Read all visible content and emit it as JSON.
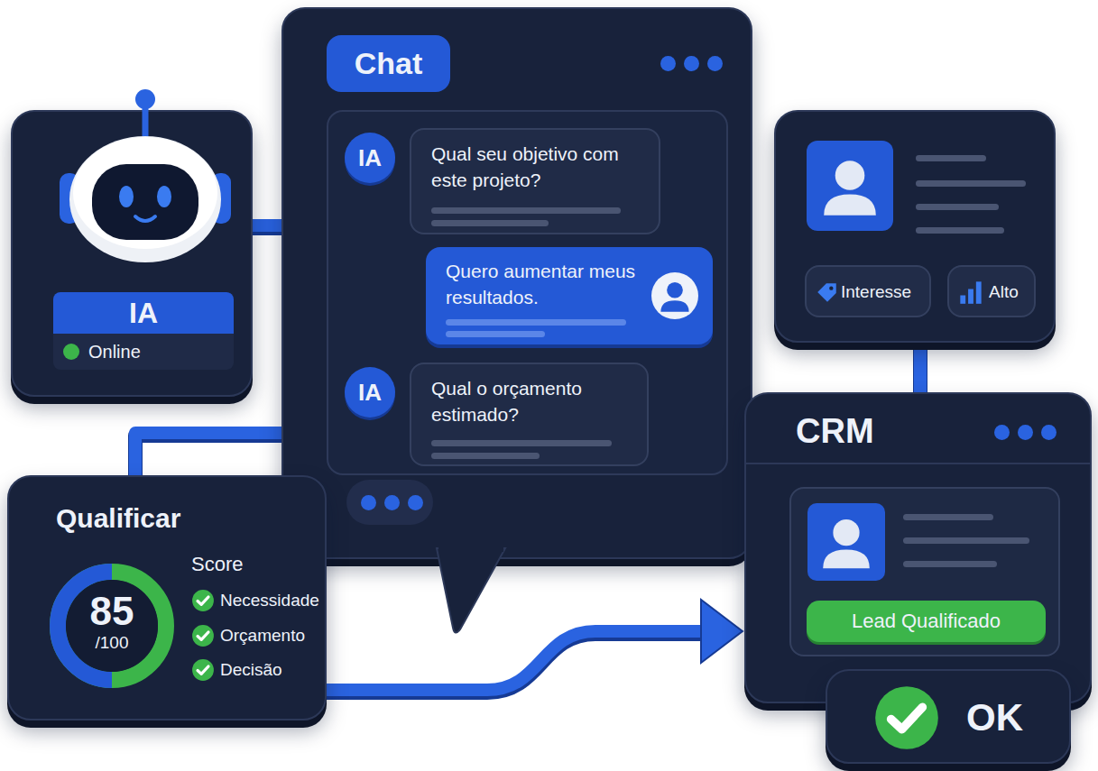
{
  "diagram": {
    "nodes": [
      {
        "text": [
          "IA",
          "Online"
        ]
      },
      {
        "text": [
          "Chat"
        ]
      },
      {
        "text": [
          "IA"
        ],
        "in": 1
      },
      {
        "text": [
          "Qual seu objetivo com este projeto?"
        ],
        "in": 1
      },
      {
        "text": [
          "Quero aumentar meus resultados."
        ],
        "in": 1
      },
      {
        "text": [
          "IA"
        ],
        "in": 1
      },
      {
        "text": [
          "Qual o orçamento estimado?"
        ],
        "in": 1
      },
      {
        "text": [
          "Interesse",
          "Alto"
        ]
      },
      {
        "text": [
          "CRM"
        ]
      },
      {
        "text": [
          "Lead Qualificado"
        ],
        "in": 8
      },
      {
        "text": [
          "OK"
        ]
      },
      {
        "text": [
          "Qualificar",
          "85",
          "/100",
          "Score",
          "Necessidade",
          "Orçamento",
          "Decisão"
        ]
      }
    ],
    "edges": [
      {
        "from": 0,
        "to": 1,
        "arrow": "none"
      },
      {
        "from": 11,
        "to": 1,
        "arrow": "none"
      },
      {
        "from": 7,
        "to": 8,
        "arrow": "none"
      },
      {
        "from": 11,
        "to": 8,
        "arrow": "to"
      }
    ]
  }
}
